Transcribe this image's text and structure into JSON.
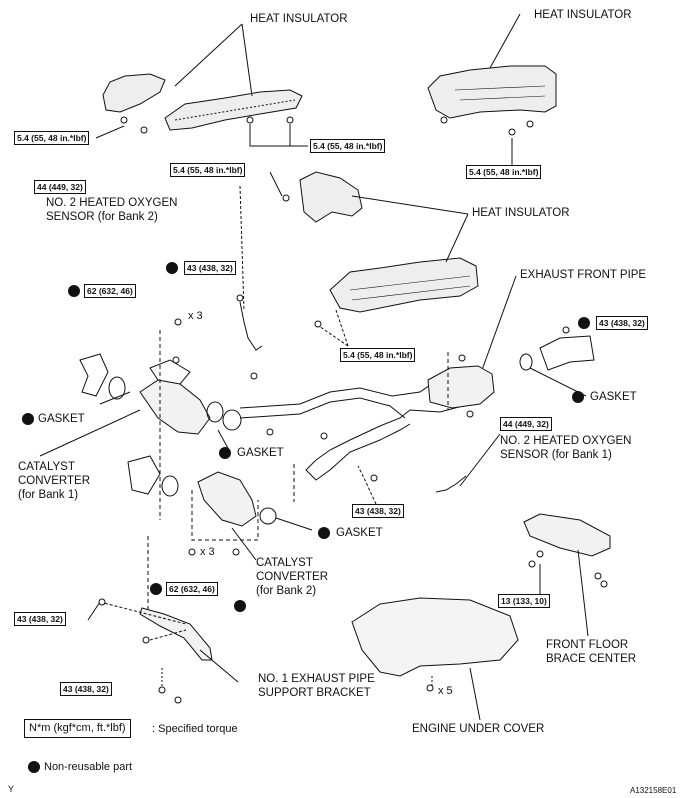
{
  "labels": {
    "heat_insulator_1": "HEAT INSULATOR",
    "heat_insulator_2": "HEAT INSULATOR",
    "heat_insulator_3": "HEAT INSULATOR",
    "sensor_bank2": "NO. 2 HEATED OXYGEN\nSENSOR (for Bank 2)",
    "exhaust_front_pipe": "EXHAUST FRONT PIPE",
    "gasket_left": "GASKET",
    "gasket_mid": "GASKET",
    "gasket_right": "GASKET",
    "gasket_lower": "GASKET",
    "sensor_bank1": "NO. 2 HEATED OXYGEN\nSENSOR (for Bank 1)",
    "catalyst_bank1": "CATALYST\nCONVERTER\n(for Bank 1)",
    "catalyst_bank2": "CATALYST\nCONVERTER\n(for Bank 2)",
    "support_bracket": "NO. 1 EXHAUST PIPE\nSUPPORT BRACKET",
    "floor_brace": "FRONT FLOOR\nBRACE CENTER",
    "under_cover": "ENGINE UNDER COVER"
  },
  "torques": {
    "t1": "5.4 (55, 48 in.*lbf)",
    "t2": "5.4 (55, 48 in.*lbf)",
    "t3": "5.4 (55, 48 in.*lbf)",
    "t4": "5.4 (55, 48 in.*lbf)",
    "t5": "44 (449, 32)",
    "t6": "43 (438, 32)",
    "t7": "62 (632, 46)",
    "t8": "5.4 (55, 48 in.*lbf)",
    "t9": "43 (438, 32)",
    "t10": "44 (449, 32)",
    "t11": "43 (438, 32)",
    "t12": "62 (632, 46)",
    "t13": "43 (438, 32)",
    "t14": "13 (133, 10)",
    "t15": "43 (438, 32)"
  },
  "counts": {
    "x3_a": "x 3",
    "x3_b": "x 3",
    "x5": "x 5"
  },
  "legend": {
    "torque_unit": "N*m (kgf*cm, ft.*lbf)",
    "torque_desc": ": Specified torque",
    "nonreusable": "Non-reusable part"
  },
  "corner": {
    "left": "Y",
    "right": "A132158E01"
  }
}
